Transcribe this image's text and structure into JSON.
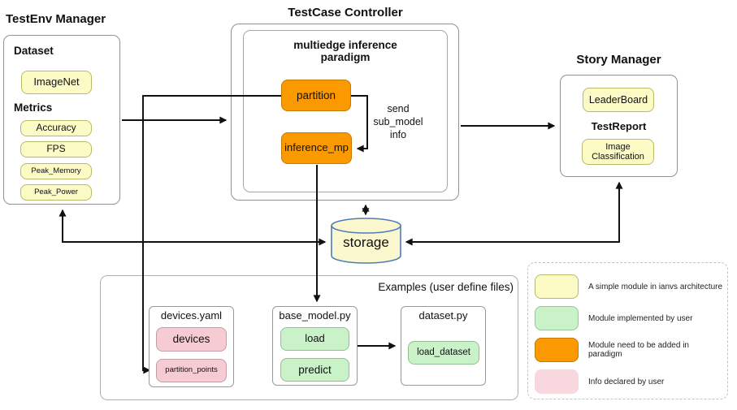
{
  "colors": {
    "yellow": "#FCFBC6",
    "green": "#C9F2C9",
    "orange": "#FB9900",
    "pink": "#F7CBD3",
    "pink_light": "#F9D7DE",
    "storage_fill": "#FBF8CF",
    "storage_stroke": "#4E7DB5",
    "connector": "#111111"
  },
  "testenv": {
    "title": "TestEnv Manager",
    "dataset_heading": "Dataset",
    "dataset_items": [
      "ImageNet"
    ],
    "metrics_heading": "Metrics",
    "metrics_items": [
      "Accuracy",
      "FPS",
      "Peak_Memory",
      "Peak_Power"
    ]
  },
  "controller": {
    "title": "TestCase Controller",
    "paradigm_heading": "multiedge inference paradigm",
    "partition_label": "partition",
    "inference_label": "inference_mp",
    "edge_label_lines": [
      "send",
      "sub_model",
      "info"
    ]
  },
  "story": {
    "title": "Story Manager",
    "leaderboard_label": "LeaderBoard",
    "report_heading": "TestReport",
    "report_item": "Image Classification"
  },
  "storage": {
    "label": "storage"
  },
  "examples": {
    "heading": "Examples (user define files)",
    "files": [
      {
        "name": "devices.yaml",
        "items": [
          "devices",
          "partition_points"
        ]
      },
      {
        "name": "base_model.py",
        "items": [
          "load",
          "predict"
        ]
      },
      {
        "name": "dataset.py",
        "items": [
          "load_dataset"
        ]
      }
    ]
  },
  "legend": {
    "items": [
      {
        "color_key": "yellow",
        "label": "A simple module in ianvs architecture"
      },
      {
        "color_key": "green",
        "label": "Module implemented by user"
      },
      {
        "color_key": "orange",
        "label": "Module need to be added in paradigm"
      },
      {
        "color_key": "pink_light",
        "label": "Info declared by user"
      }
    ]
  }
}
